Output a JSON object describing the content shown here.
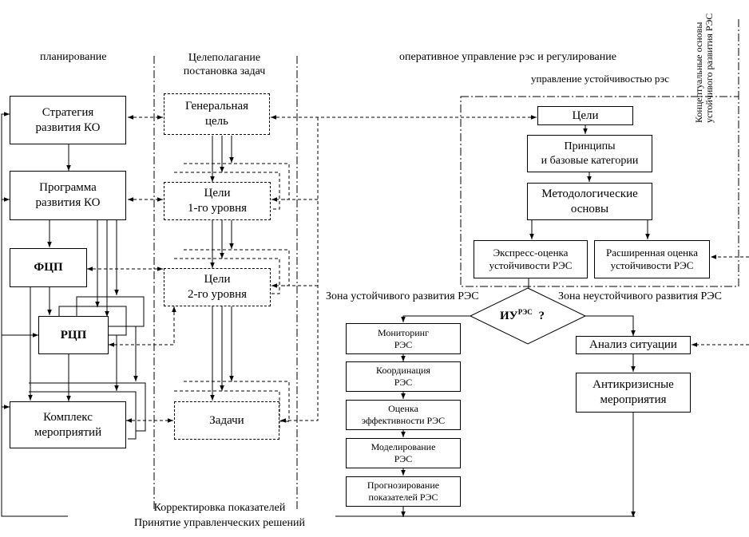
{
  "headers": {
    "planning": "планирование",
    "goal_setting_line1": "Целеполагание",
    "goal_setting_line2": "постановка задач",
    "operational": "оперативное управление рэс и регулирование",
    "stability_mgmt": "управление устойчивостью рэс",
    "concept_line1": "Концептуальные основы",
    "concept_line2": "устойчивого развития РЭС"
  },
  "left_blocks": {
    "strategy_line1": "Стратегия",
    "strategy_line2": "развития КО",
    "program_line1": "Программа",
    "program_line2": "развития КО",
    "fcp": "ФЦП",
    "rcp": "РЦП",
    "complex_line1": "Комплекс",
    "complex_line2": "мероприятий"
  },
  "middle_blocks": {
    "general_goal_line1": "Генеральная",
    "general_goal_line2": "цель",
    "goals1_line1": "Цели",
    "goals1_line2": "1-го уровня",
    "goals2_line1": "Цели",
    "goals2_line2": "2-го уровня",
    "tasks": "Задачи"
  },
  "concept_blocks": {
    "goals": "Цели",
    "principles_line1": "Принципы",
    "principles_line2": "и базовые категории",
    "methodology_line1": "Методологические",
    "methodology_line2": "основы",
    "express_line1": "Экспресс-оценка",
    "express_line2": "устойчивости РЭС",
    "extended_line1": "Расширенная оценка",
    "extended_line2": "устойчивости РЭС"
  },
  "decision": {
    "base": "ИУ",
    "superscript": "РЭС",
    "question": "?"
  },
  "zones": {
    "stable": "Зона устойчивого развития РЭС",
    "unstable": "Зона неустойчивого развития РЭС"
  },
  "stable_blocks": {
    "monitoring_line1": "Мониторинг",
    "monitoring_line2": "РЭС",
    "coordination_line1": "Координация",
    "coordination_line2": "РЭС",
    "efficiency_line1": "Оценка",
    "efficiency_line2": "эффективности РЭС",
    "modeling_line1": "Моделирование",
    "modeling_line2": "РЭС",
    "forecast_line1": "Прогнозирование",
    "forecast_line2": "показателей РЭС"
  },
  "unstable_blocks": {
    "analysis": "Анализ ситуации",
    "anticrisis_line1": "Антикризисные",
    "anticrisis_line2": "мероприятия"
  },
  "footer": {
    "line1": "Корректировка показателей",
    "line2": "Принятие управленческих решений"
  }
}
